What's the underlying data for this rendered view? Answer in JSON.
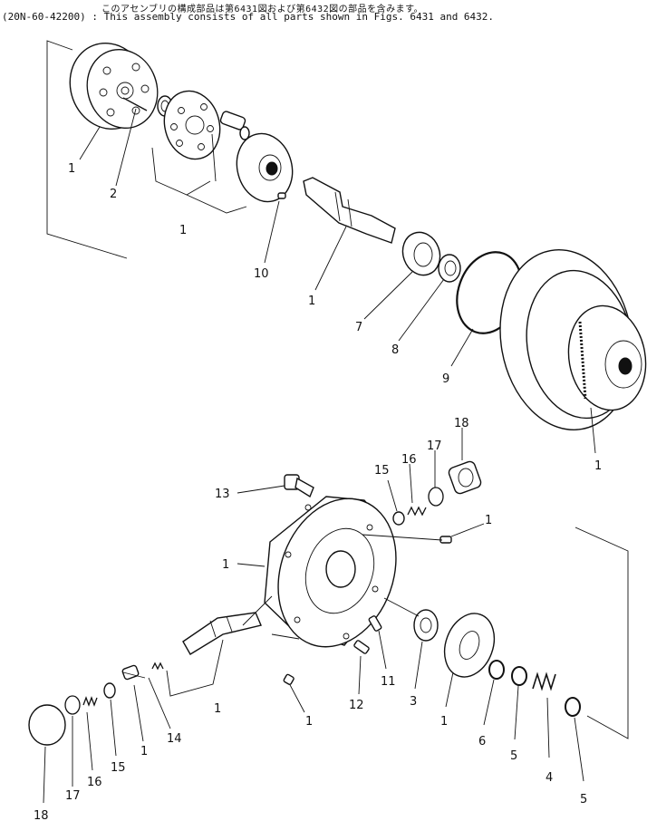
{
  "header": {
    "note_jp": "このアセンブリの構成部品は第6431図および第6432図の部品を含みます。",
    "note_en": "(20N-60-42200) : This assembly consists of all parts shown in Figs. 6431 and 6432."
  },
  "callouts": [
    "1",
    "2",
    "1",
    "10",
    "1",
    "7",
    "8",
    "9",
    "1",
    "18",
    "17",
    "16",
    "15",
    "1",
    "13",
    "1",
    "11",
    "12",
    "3",
    "1",
    "6",
    "5",
    "4",
    "5",
    "1",
    "14",
    "1",
    "15",
    "16",
    "17",
    "18",
    "1"
  ]
}
